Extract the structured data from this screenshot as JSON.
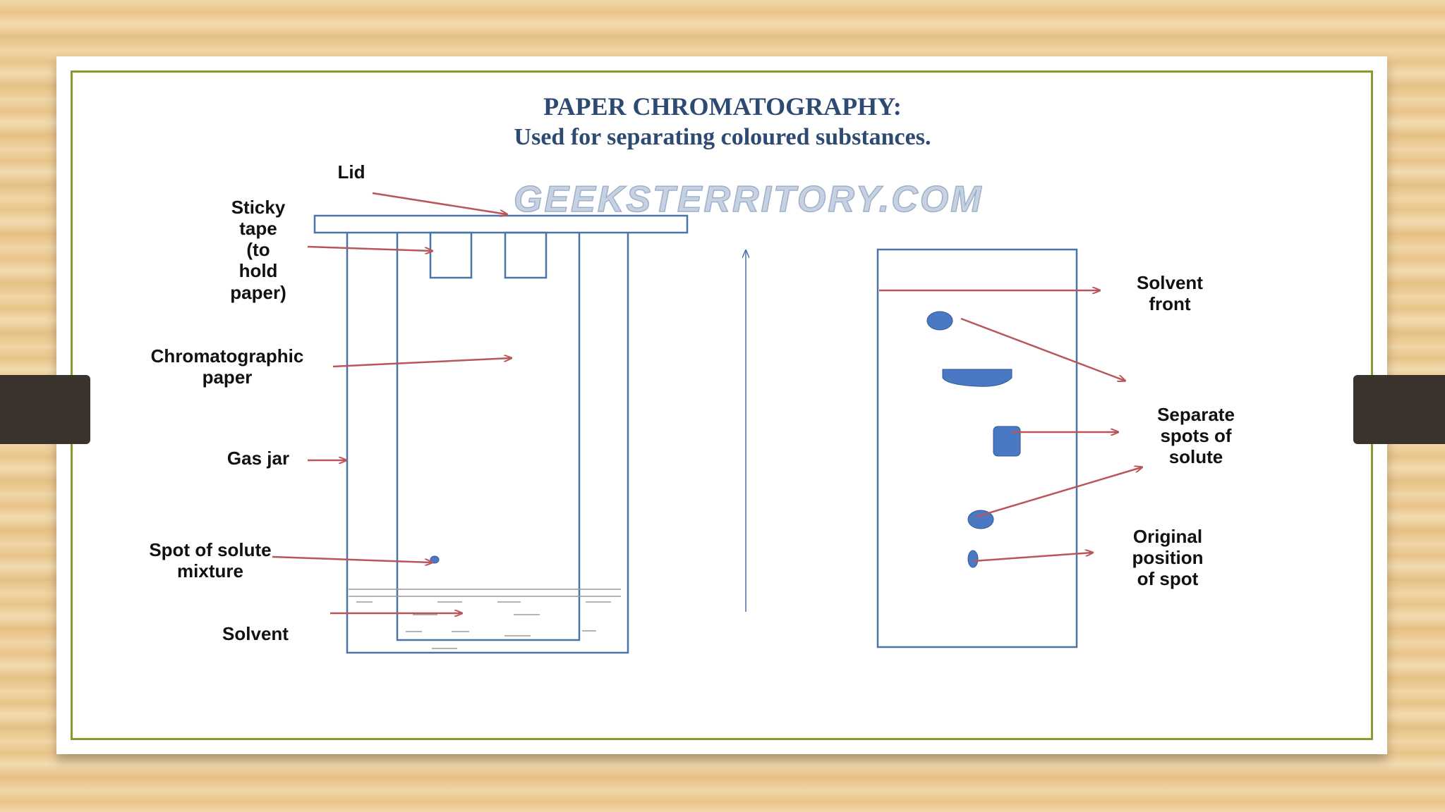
{
  "slide": {
    "title": "PAPER CHROMATOGRAPHY:",
    "subtitle": "Used for separating coloured substances.",
    "watermark": "GEEKSTERRITORY.COM"
  },
  "left_diagram": {
    "labels": {
      "lid": "Lid",
      "sticky_tape": [
        "Sticky",
        "tape",
        "(to",
        "hold",
        "paper)"
      ],
      "chromatographic_paper": [
        "Chromatographic",
        "paper"
      ],
      "gas_jar": "Gas jar",
      "spot_of_solute": [
        "Spot of solute",
        "mixture"
      ],
      "solvent": "Solvent"
    }
  },
  "right_diagram": {
    "labels": {
      "solvent_front": [
        "Solvent",
        "front"
      ],
      "separate_spots": [
        "Separate",
        "spots of",
        "solute"
      ],
      "original_position": [
        "Original",
        "position",
        "of spot"
      ]
    }
  },
  "colors": {
    "outline": "#4a74a8",
    "arrow": "#b8565a",
    "spot": "#4a78c2",
    "title": "#2d4a73",
    "frame": "#8a9a2e"
  }
}
